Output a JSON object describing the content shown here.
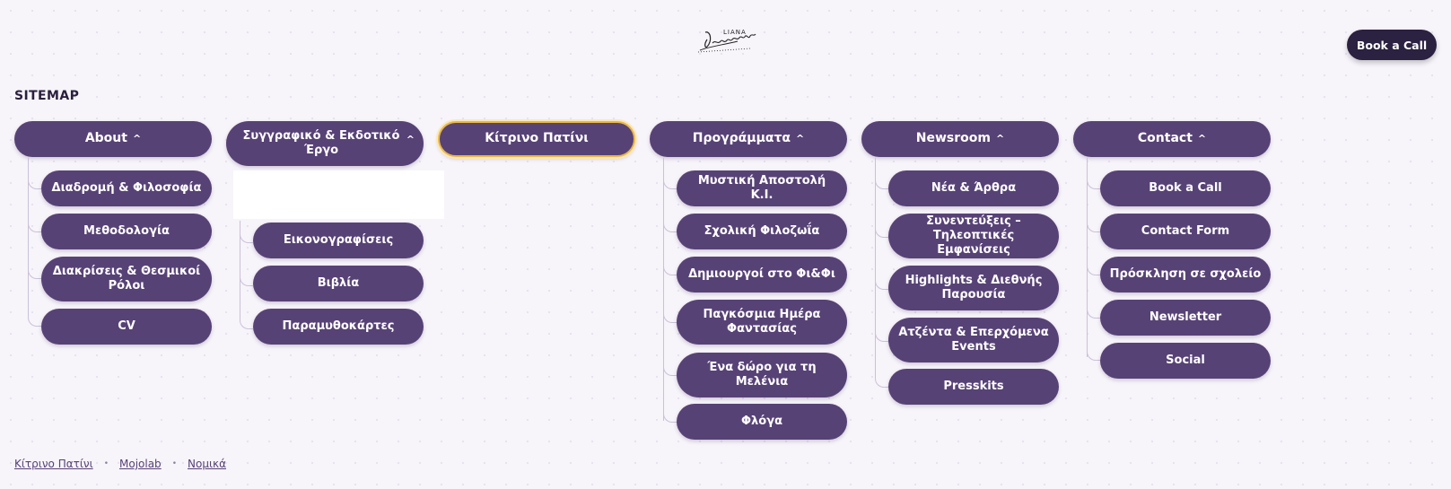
{
  "header": {
    "logo_alt": "Liana Denezaki",
    "book_call_label": "Book a Call"
  },
  "sitemap": {
    "title": "SITEMAP",
    "columns": [
      {
        "label": "About",
        "chevron": "^",
        "items": [
          "Διαδρομή & Φιλοσοφία",
          "Μεθοδολογία",
          "Διακρίσεις & Θεσμικοί Ρόλοι",
          "CV"
        ]
      },
      {
        "label": "Συγγραφικό & Εκδοτικό Έργο",
        "chevron": "^",
        "items": [
          "Εικονογραφίσεις",
          "Βιβλία",
          "Παραμυθοκάρτες"
        ]
      },
      {
        "label": "Κίτρινο Πατίνι",
        "items": []
      },
      {
        "label": "Προγράμματα",
        "chevron": "^",
        "items": [
          "Μυστική Αποστολή Κ.Ι.",
          "Σχολική Φιλοζωΐα",
          "Δημιουργοί στο Φι&Φι",
          "Παγκόσμια Ημέρα Φαντασίας",
          "Ένα δώρο για τη Μελένια",
          "Φλόγα"
        ]
      },
      {
        "label": "Newsroom",
        "chevron": "^",
        "items": [
          "Νέα & Άρθρα",
          "Συνεντεύξεις – Τηλεοπτικές Εμφανίσεις",
          "Highlights & Διεθνής Παρουσία",
          "Ατζέντα & Επερχόμενα Events",
          "Presskits"
        ]
      },
      {
        "label": "Contact",
        "chevron": "^",
        "items": [
          "Book a Call",
          "Contact Form",
          "Πρόσκληση σε σχολείο",
          "Newsletter",
          "Social"
        ]
      }
    ]
  },
  "footer": {
    "links": [
      "Κίτρινο Πατίνι",
      "Mojolab",
      "Νομικά"
    ],
    "separator": "•"
  },
  "colors": {
    "pill": "#574276",
    "dark_button": "#2b2140",
    "active_border": "#e8b84a",
    "background": "#f7f4fa"
  }
}
